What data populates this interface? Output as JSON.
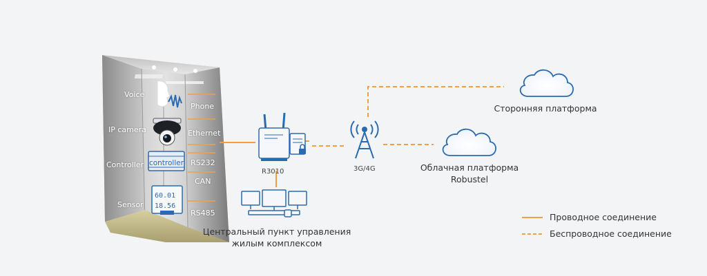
{
  "elevator": {
    "sources": [
      "Voice",
      "IP camera",
      "Controller",
      "Sensor"
    ],
    "interfaces": [
      "Phone",
      "Ethernet",
      "RS232",
      "CAN",
      "RS485"
    ],
    "controller_label": "controller",
    "sensor_readings": [
      "60.01",
      "18.56"
    ]
  },
  "router": {
    "label": "R3010"
  },
  "tower": {
    "label": "3G/4G"
  },
  "control_center": {
    "line1": "Центральный пункт управления",
    "line2": "жилым комплексом"
  },
  "cloud_third_party": {
    "label": "Сторонняя платформа"
  },
  "cloud_robustel": {
    "line1": "Облачная платформа",
    "line2": "Robustel"
  },
  "legend": {
    "wired": "Проводное соединение",
    "wireless": "Беспроводное соединение"
  },
  "colors": {
    "accent": "#f0a040",
    "icon_blue": "#2a6ab0",
    "background": "#f3f4f6"
  }
}
